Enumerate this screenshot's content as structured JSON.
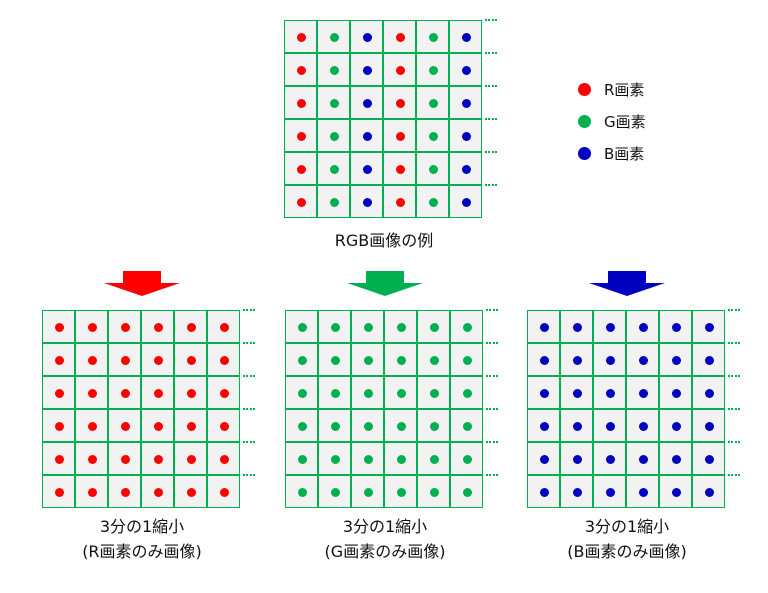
{
  "colors": {
    "R": "#ff0000",
    "G": "#00b050",
    "B": "#0000c0",
    "grid_line": "#00b050",
    "cell_bg": "#f2f2f2"
  },
  "top_grid": {
    "pattern": [
      "R",
      "G",
      "B",
      "R",
      "G",
      "B"
    ],
    "rows": 6,
    "caption": "RGB画像の例"
  },
  "legend": [
    {
      "key": "R",
      "label": "R画素"
    },
    {
      "key": "G",
      "label": "G画素"
    },
    {
      "key": "B",
      "label": "B画素"
    }
  ],
  "reduced": [
    {
      "key": "R",
      "caption1": "3分の1縮小",
      "caption2": "(R画素のみ画像)"
    },
    {
      "key": "G",
      "caption1": "3分の1縮小",
      "caption2": "(G画素のみ画像)"
    },
    {
      "key": "B",
      "caption1": "3分の1縮小",
      "caption2": "(B画素のみ画像)"
    }
  ]
}
